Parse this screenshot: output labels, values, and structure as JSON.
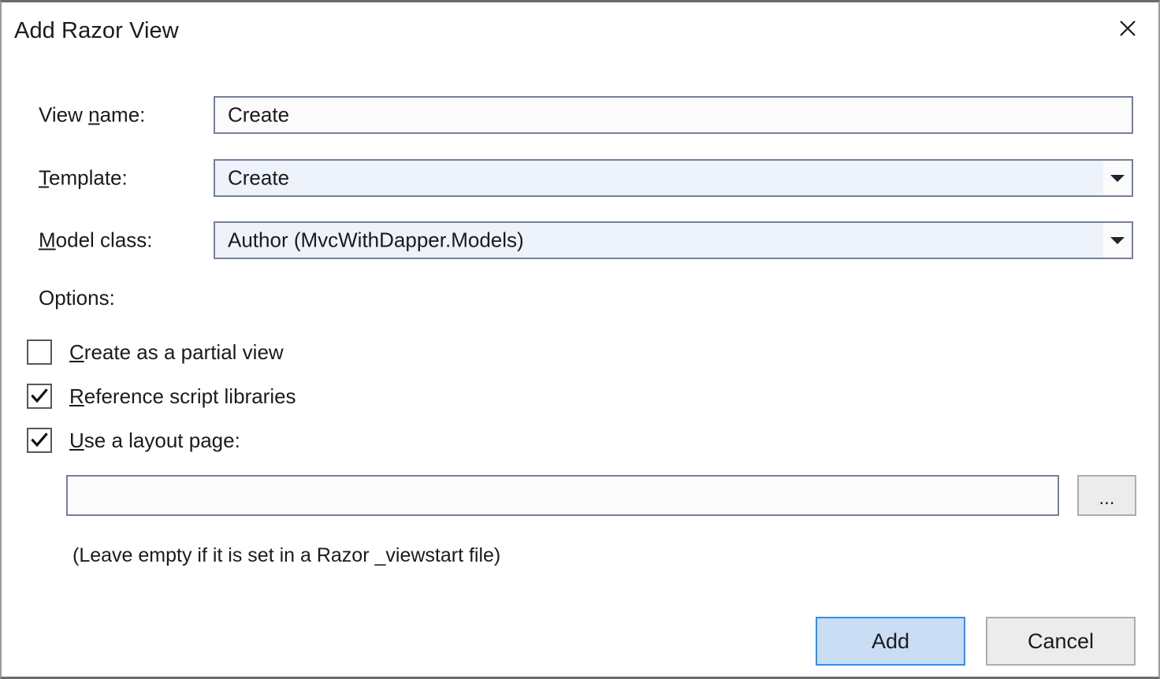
{
  "dialog": {
    "title": "Add Razor View",
    "close_label": "Close"
  },
  "form": {
    "view_name": {
      "label_before": "View ",
      "label_accel": "n",
      "label_after": "ame:",
      "value": "Create"
    },
    "template": {
      "label_before": "",
      "label_accel": "T",
      "label_after": "emplate:",
      "value": "Create"
    },
    "model_class": {
      "label_before": "",
      "label_accel": "M",
      "label_after": "odel class:",
      "value": "Author (MvcWithDapper.Models)"
    }
  },
  "options": {
    "heading": "Options:",
    "items": [
      {
        "label_before": "",
        "label_accel": "C",
        "label_after": "reate as a partial view",
        "checked": false
      },
      {
        "label_before": "",
        "label_accel": "R",
        "label_after": "eference script libraries",
        "checked": true
      },
      {
        "label_before": "",
        "label_accel": "U",
        "label_after": "se a layout page:",
        "checked": true
      }
    ]
  },
  "layout_page": {
    "value": "",
    "placeholder": "",
    "browse_label": "...",
    "hint": "(Leave empty if it is set in a Razor _viewstart file)"
  },
  "buttons": {
    "add": "Add",
    "cancel": "Cancel"
  },
  "colors": {
    "accent": "#2f90ea",
    "accent_fill": "#c9ddf5",
    "field_border": "#74809a",
    "combo_fill": "#eef2fb",
    "textbox_fill": "#fbfbfb",
    "button_fill": "#ececec",
    "button_border": "#adadad",
    "dialog_border": "#6a6a6a",
    "text": "#1b1b1b"
  }
}
